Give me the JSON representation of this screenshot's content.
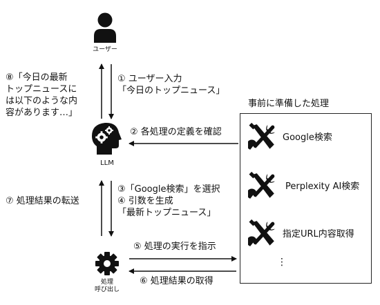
{
  "user": {
    "label": "ユーザー",
    "icon": "person-icon"
  },
  "llm": {
    "label": "LLM",
    "icon": "head-gears-icon"
  },
  "caller": {
    "label_line1": "処理",
    "label_line2": "呼び出し",
    "icon": "gear-icon"
  },
  "steps": {
    "s1": "① ユーザー入力\n「今日のトップニュース」",
    "s2": "② 各処理の定義を確認",
    "s3": "③「Google検索」を選択\n④ 引数を生成\n「最新トップニュース」",
    "s5": "⑤ 処理の実行を指示",
    "s6": "⑥ 処理結果の取得",
    "s7": "⑦ 処理結果の転送",
    "s8": "⑧「今日の最新\nトップニュースに\nは以下のような内\n容があります…」"
  },
  "tools_panel": {
    "title": "事前に準備した処理",
    "items": [
      {
        "label": "Google検索",
        "icon": "wrench-screwdriver-icon"
      },
      {
        "label": "Perplexity AI検索",
        "icon": "wrench-screwdriver-icon"
      },
      {
        "label": "指定URL内容取得",
        "icon": "wrench-screwdriver-icon"
      }
    ],
    "more": "⋮"
  },
  "colors": {
    "ink": "#111111",
    "background": "#ffffff"
  }
}
